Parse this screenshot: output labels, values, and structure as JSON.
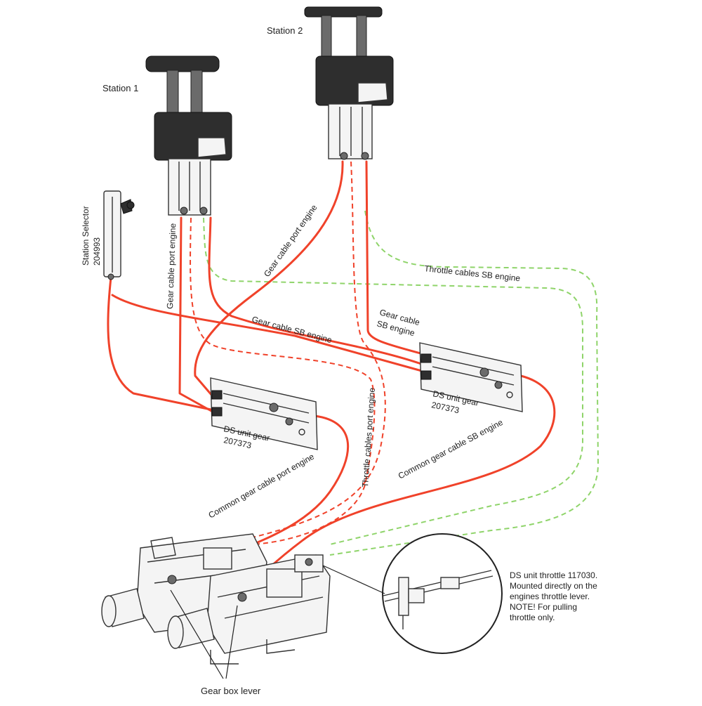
{
  "stations": {
    "station1": "Station 1",
    "station2": "Station 2"
  },
  "selector": {
    "name": "Station Selector",
    "part": "204993"
  },
  "cables": {
    "gear_cable_port": "Gear cable port engine",
    "gear_cable_port_2": "Gear cable port engine",
    "gear_cable_sb": "Gear cable SB engine",
    "gear_cable_sb_2_line1": "Gear cable",
    "gear_cable_sb_2_line2": "SB engine",
    "throttle_sb": "Throttle cables SB engine",
    "throttle_port": "Throttle cables port engine",
    "common_gear_port": "Common gear cable port engine",
    "common_gear_sb": "Common gear cable SB engine"
  },
  "ds_units": {
    "left_line1": "DS unit gear",
    "left_line2": "207373",
    "right_line1": "DS unit gear",
    "right_line2": "207373"
  },
  "gear_box_lever": "Gear box lever",
  "detail_note": [
    "DS unit throttle 117030.",
    "Mounted directly on the",
    "engines throttle lever.",
    "NOTE! For pulling",
    "throttle only."
  ],
  "colors": {
    "gear_cable": "#f0422a",
    "throttle_cable": "#8fd46a",
    "control_body": "#2e2e2e"
  }
}
